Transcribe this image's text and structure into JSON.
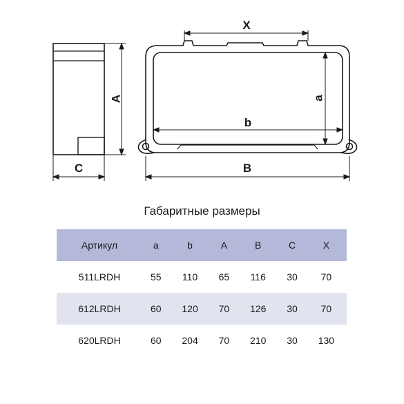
{
  "drawing": {
    "labels": {
      "X": "X",
      "A": "A",
      "C": "C",
      "a": "a",
      "b": "b",
      "B": "B"
    }
  },
  "title": "Габаритные размеры",
  "table": {
    "headers": [
      "Артикул",
      "a",
      "b",
      "A",
      "B",
      "C",
      "X"
    ],
    "rows": [
      [
        "511LRDH",
        "55",
        "110",
        "65",
        "116",
        "30",
        "70"
      ],
      [
        "612LRDH",
        "60",
        "120",
        "70",
        "126",
        "30",
        "70"
      ],
      [
        "620LRDH",
        "60",
        "204",
        "70",
        "210",
        "30",
        "130"
      ]
    ]
  }
}
